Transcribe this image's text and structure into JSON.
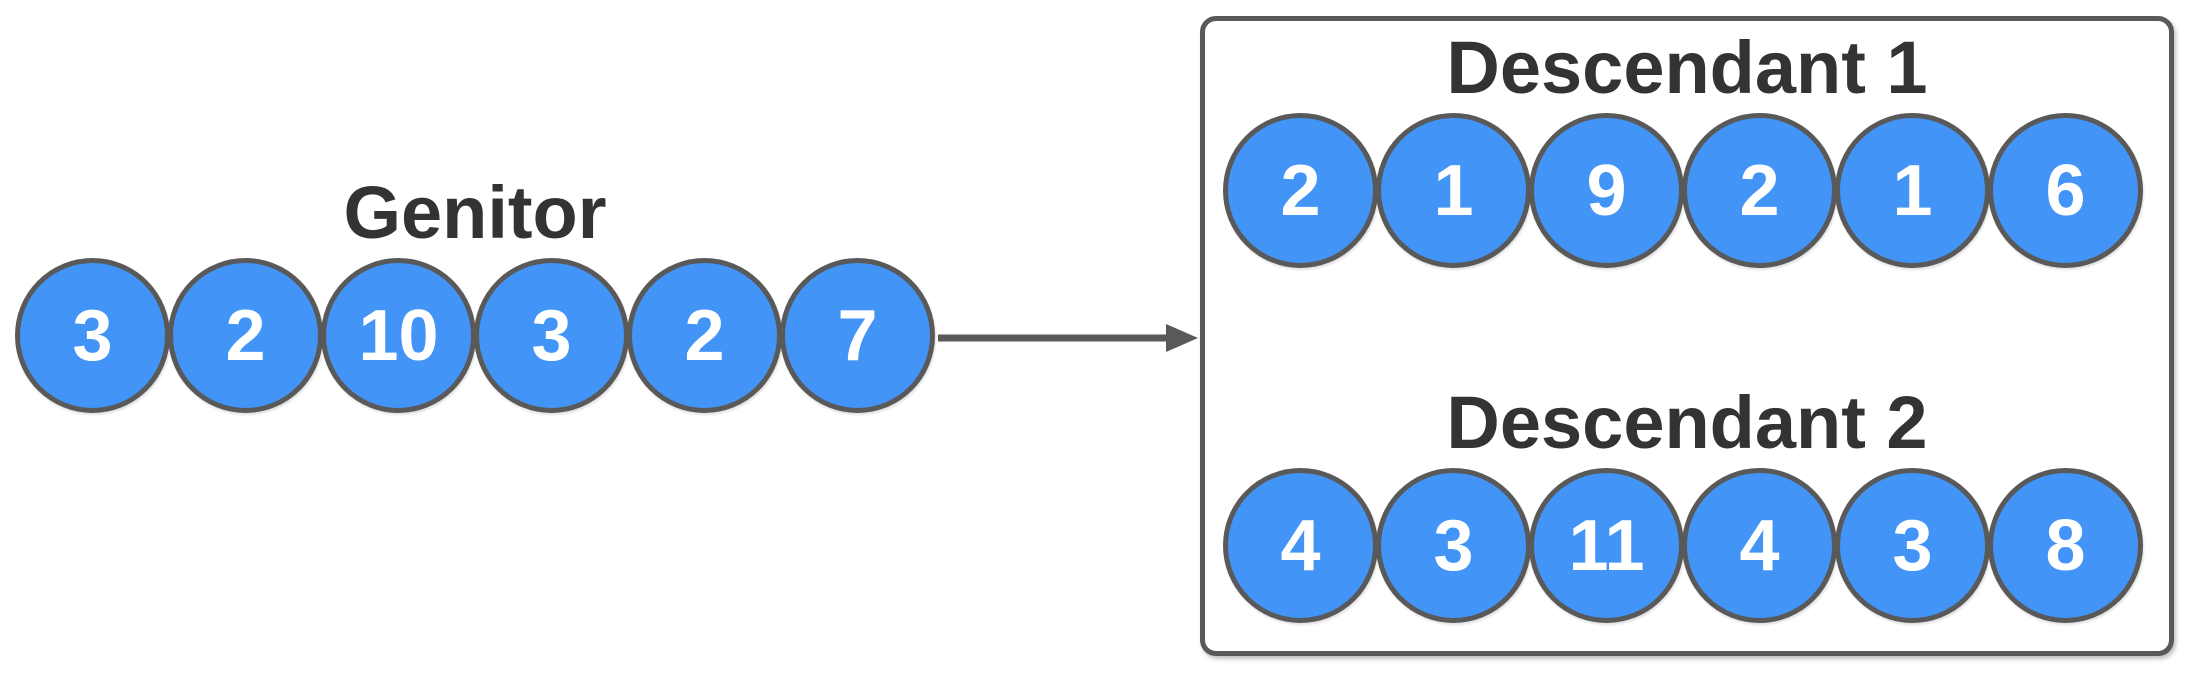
{
  "diagram": {
    "genitor": {
      "label": "Genitor",
      "genes": [
        "3",
        "2",
        "10",
        "3",
        "2",
        "7"
      ]
    },
    "descendant1": {
      "label": "Descendant 1",
      "genes": [
        "2",
        "1",
        "9",
        "2",
        "1",
        "6"
      ]
    },
    "descendant2": {
      "label": "Descendant 2",
      "genes": [
        "4",
        "3",
        "11",
        "4",
        "3",
        "8"
      ]
    },
    "arrow": "right-arrow"
  },
  "theme": {
    "circle-fill": "#4294F6",
    "stroke": "#595959",
    "label-color": "#333333",
    "gene-text": "#FFFFFF",
    "background": "#FFFFFF"
  }
}
